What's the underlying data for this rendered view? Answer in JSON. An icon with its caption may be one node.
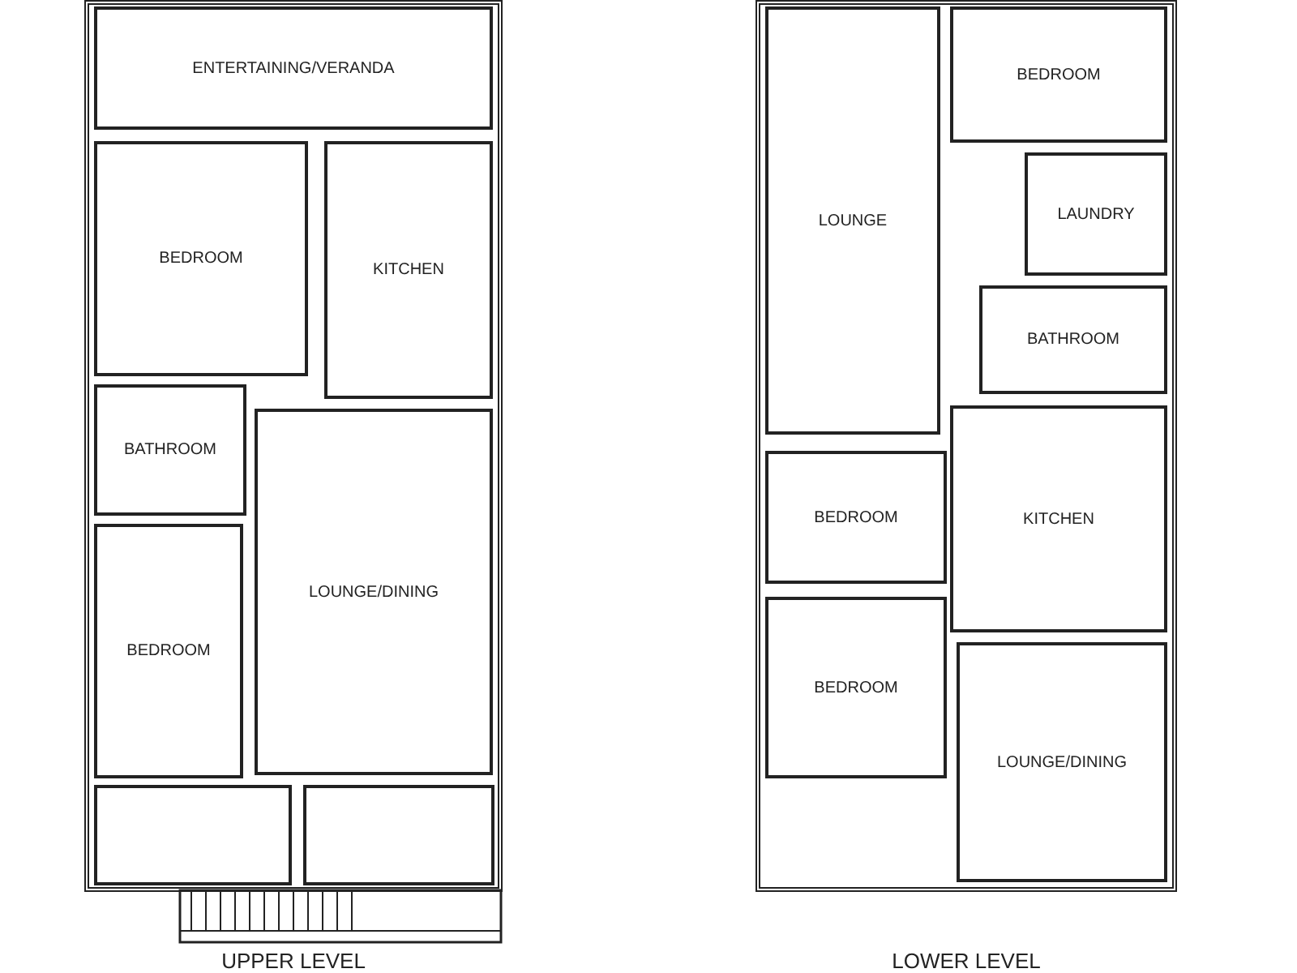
{
  "diagram": {
    "nodes": [
      {
        "text": [
          "UPPER LEVEL"
        ]
      },
      {
        "text": [
          "ENTERTAINING/VERANDA"
        ],
        "in": 0
      },
      {
        "text": [
          "BEDROOM"
        ],
        "in": 0
      },
      {
        "text": [
          "KITCHEN"
        ],
        "in": 0
      },
      {
        "text": [
          "BATHROOM"
        ],
        "in": 0
      },
      {
        "text": [
          "BEDROOM"
        ],
        "in": 0
      },
      {
        "text": [
          "LOUNGE/DINING"
        ],
        "in": 0
      },
      {
        "text": [
          "LOWER LEVEL"
        ]
      },
      {
        "text": [
          "LOUNGE"
        ],
        "in": 7
      },
      {
        "text": [
          "BEDROOM"
        ],
        "in": 7
      },
      {
        "text": [
          "LAUNDRY"
        ],
        "in": 7
      },
      {
        "text": [
          "BATHROOM"
        ],
        "in": 7
      },
      {
        "text": [
          "KITCHEN"
        ],
        "in": 7
      },
      {
        "text": [
          "BEDROOM"
        ],
        "in": 7
      },
      {
        "text": [
          "BEDROOM"
        ],
        "in": 7
      },
      {
        "text": [
          "LOUNGE/DINING"
        ],
        "in": 7
      }
    ],
    "edges": []
  }
}
